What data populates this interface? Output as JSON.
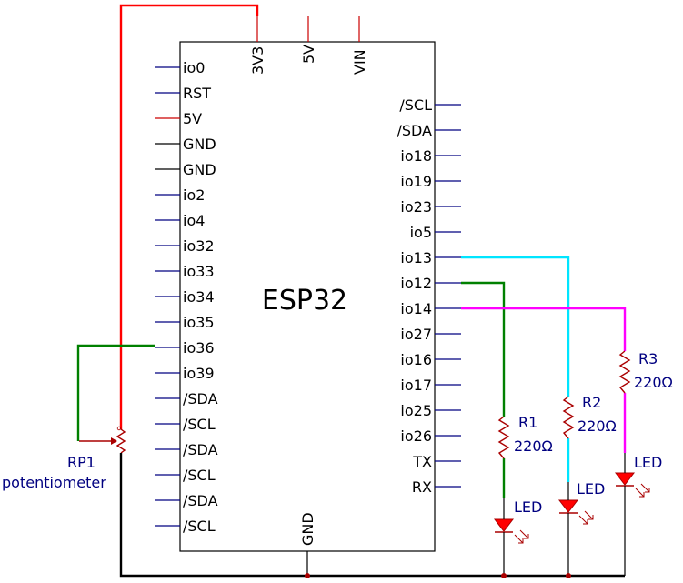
{
  "chip": {
    "name": "ESP32",
    "left_pins": [
      "io0",
      "RST",
      "5V",
      "GND",
      "GND",
      "io2",
      "io4",
      "io32",
      "io33",
      "io34",
      "io35",
      "io36",
      "io39",
      "/SDA",
      "/SCL",
      "/SDA",
      "/SCL",
      "/SDA",
      "/SCL"
    ],
    "right_pins": [
      "/SCL",
      "/SDA",
      "io18",
      "io19",
      "io23",
      "io5",
      "io13",
      "io12",
      "io14",
      "io27",
      "io16",
      "io17",
      "io25",
      "io26",
      "TX",
      "RX"
    ],
    "top_pins": [
      "3V3",
      "5V",
      "VIN"
    ],
    "bottom_pin": "GND"
  },
  "potentiometer": {
    "ref": "RP1",
    "desc": "potentiometer"
  },
  "resistors": [
    {
      "ref": "R1",
      "value": "220Ω"
    },
    {
      "ref": "R2",
      "value": "220Ω"
    },
    {
      "ref": "R3",
      "value": "220Ω"
    }
  ],
  "leds": [
    {
      "label": "LED"
    },
    {
      "label": "LED"
    },
    {
      "label": "LED"
    }
  ],
  "colors": {
    "pin_line": "#000080",
    "power_line": "#cc0000",
    "ground_line": "#000000",
    "wire_3v3": "#ff0000",
    "wire_io36": "#008000",
    "wire_io12": "#008000",
    "wire_io13": "#00e5ff",
    "wire_io14": "#ff00ff",
    "component": "#aa0000",
    "led_fill": "#ff0000",
    "junction": "#aa0000"
  }
}
